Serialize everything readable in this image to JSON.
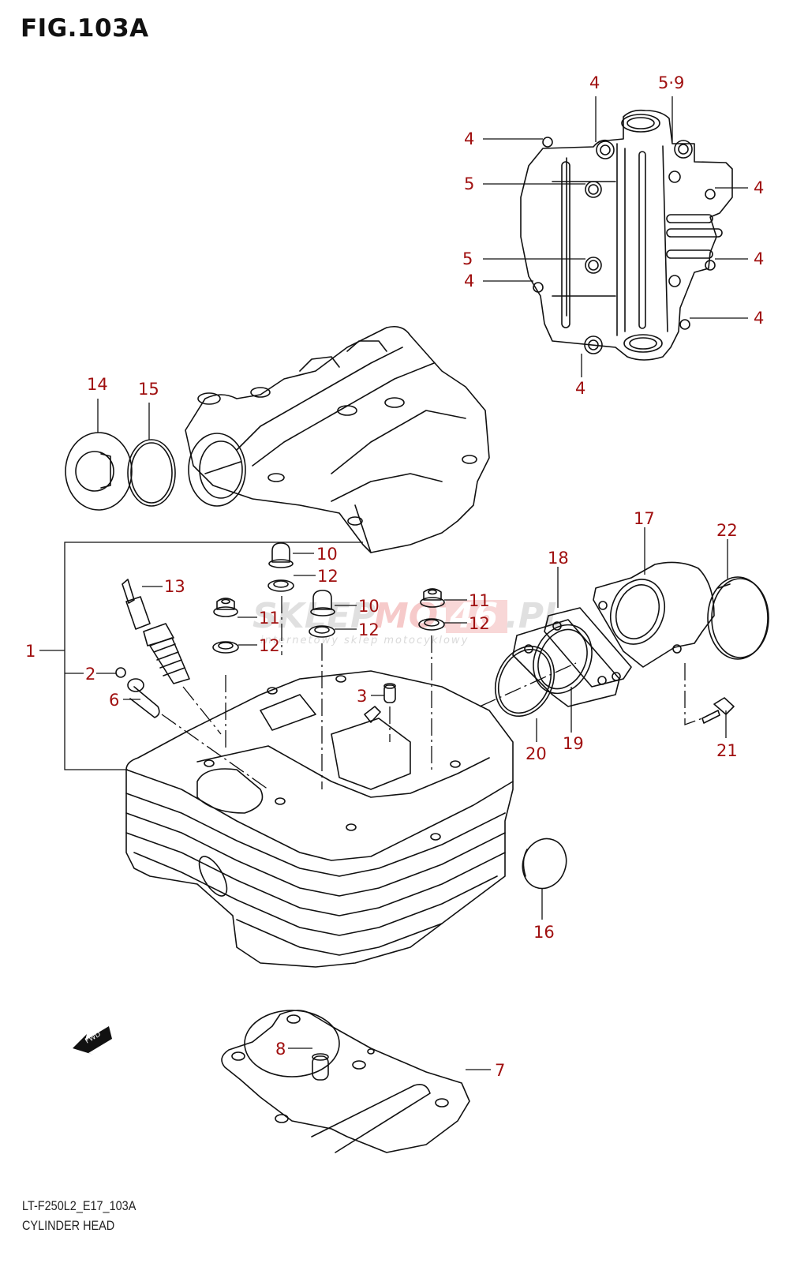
{
  "figure": {
    "title": "FIG.103A",
    "code": "LT-F250L2_E17_103A",
    "caption": "CYLINDER HEAD",
    "label_color": "#a01010",
    "line_color": "#111111"
  },
  "watermark": {
    "brand_part1": "SKLEP",
    "brand_part2": "MOTO",
    "brand_part3": "46",
    "brand_part4": ".PL",
    "tagline": "internetowy sklep motocyklowy"
  },
  "fwd_arrow": {
    "label": "FWD"
  },
  "callouts": [
    {
      "id": "c4a",
      "text": "4"
    },
    {
      "id": "c59",
      "text": "5·9"
    },
    {
      "id": "c4b",
      "text": "4"
    },
    {
      "id": "c5a",
      "text": "5"
    },
    {
      "id": "c5b",
      "text": "5"
    },
    {
      "id": "c4c",
      "text": "4"
    },
    {
      "id": "c4d",
      "text": "4"
    },
    {
      "id": "c4e",
      "text": "4"
    },
    {
      "id": "c4f",
      "text": "4"
    },
    {
      "id": "c4g",
      "text": "4"
    },
    {
      "id": "c14",
      "text": "14"
    },
    {
      "id": "c15",
      "text": "15"
    },
    {
      "id": "c10a",
      "text": "10"
    },
    {
      "id": "c12a",
      "text": "12"
    },
    {
      "id": "c13",
      "text": "13"
    },
    {
      "id": "c10b",
      "text": "10"
    },
    {
      "id": "c11a",
      "text": "11"
    },
    {
      "id": "c12b",
      "text": "12"
    },
    {
      "id": "c11b",
      "text": "11"
    },
    {
      "id": "c12c",
      "text": "12"
    },
    {
      "id": "c12d",
      "text": "12"
    },
    {
      "id": "c1",
      "text": "1"
    },
    {
      "id": "c2",
      "text": "2"
    },
    {
      "id": "c6",
      "text": "6"
    },
    {
      "id": "c3",
      "text": "3"
    },
    {
      "id": "c18",
      "text": "18"
    },
    {
      "id": "c17",
      "text": "17"
    },
    {
      "id": "c22",
      "text": "22"
    },
    {
      "id": "c20",
      "text": "20"
    },
    {
      "id": "c19",
      "text": "19"
    },
    {
      "id": "c21",
      "text": "21"
    },
    {
      "id": "c16",
      "text": "16"
    },
    {
      "id": "c8",
      "text": "8"
    },
    {
      "id": "c7",
      "text": "7"
    }
  ]
}
